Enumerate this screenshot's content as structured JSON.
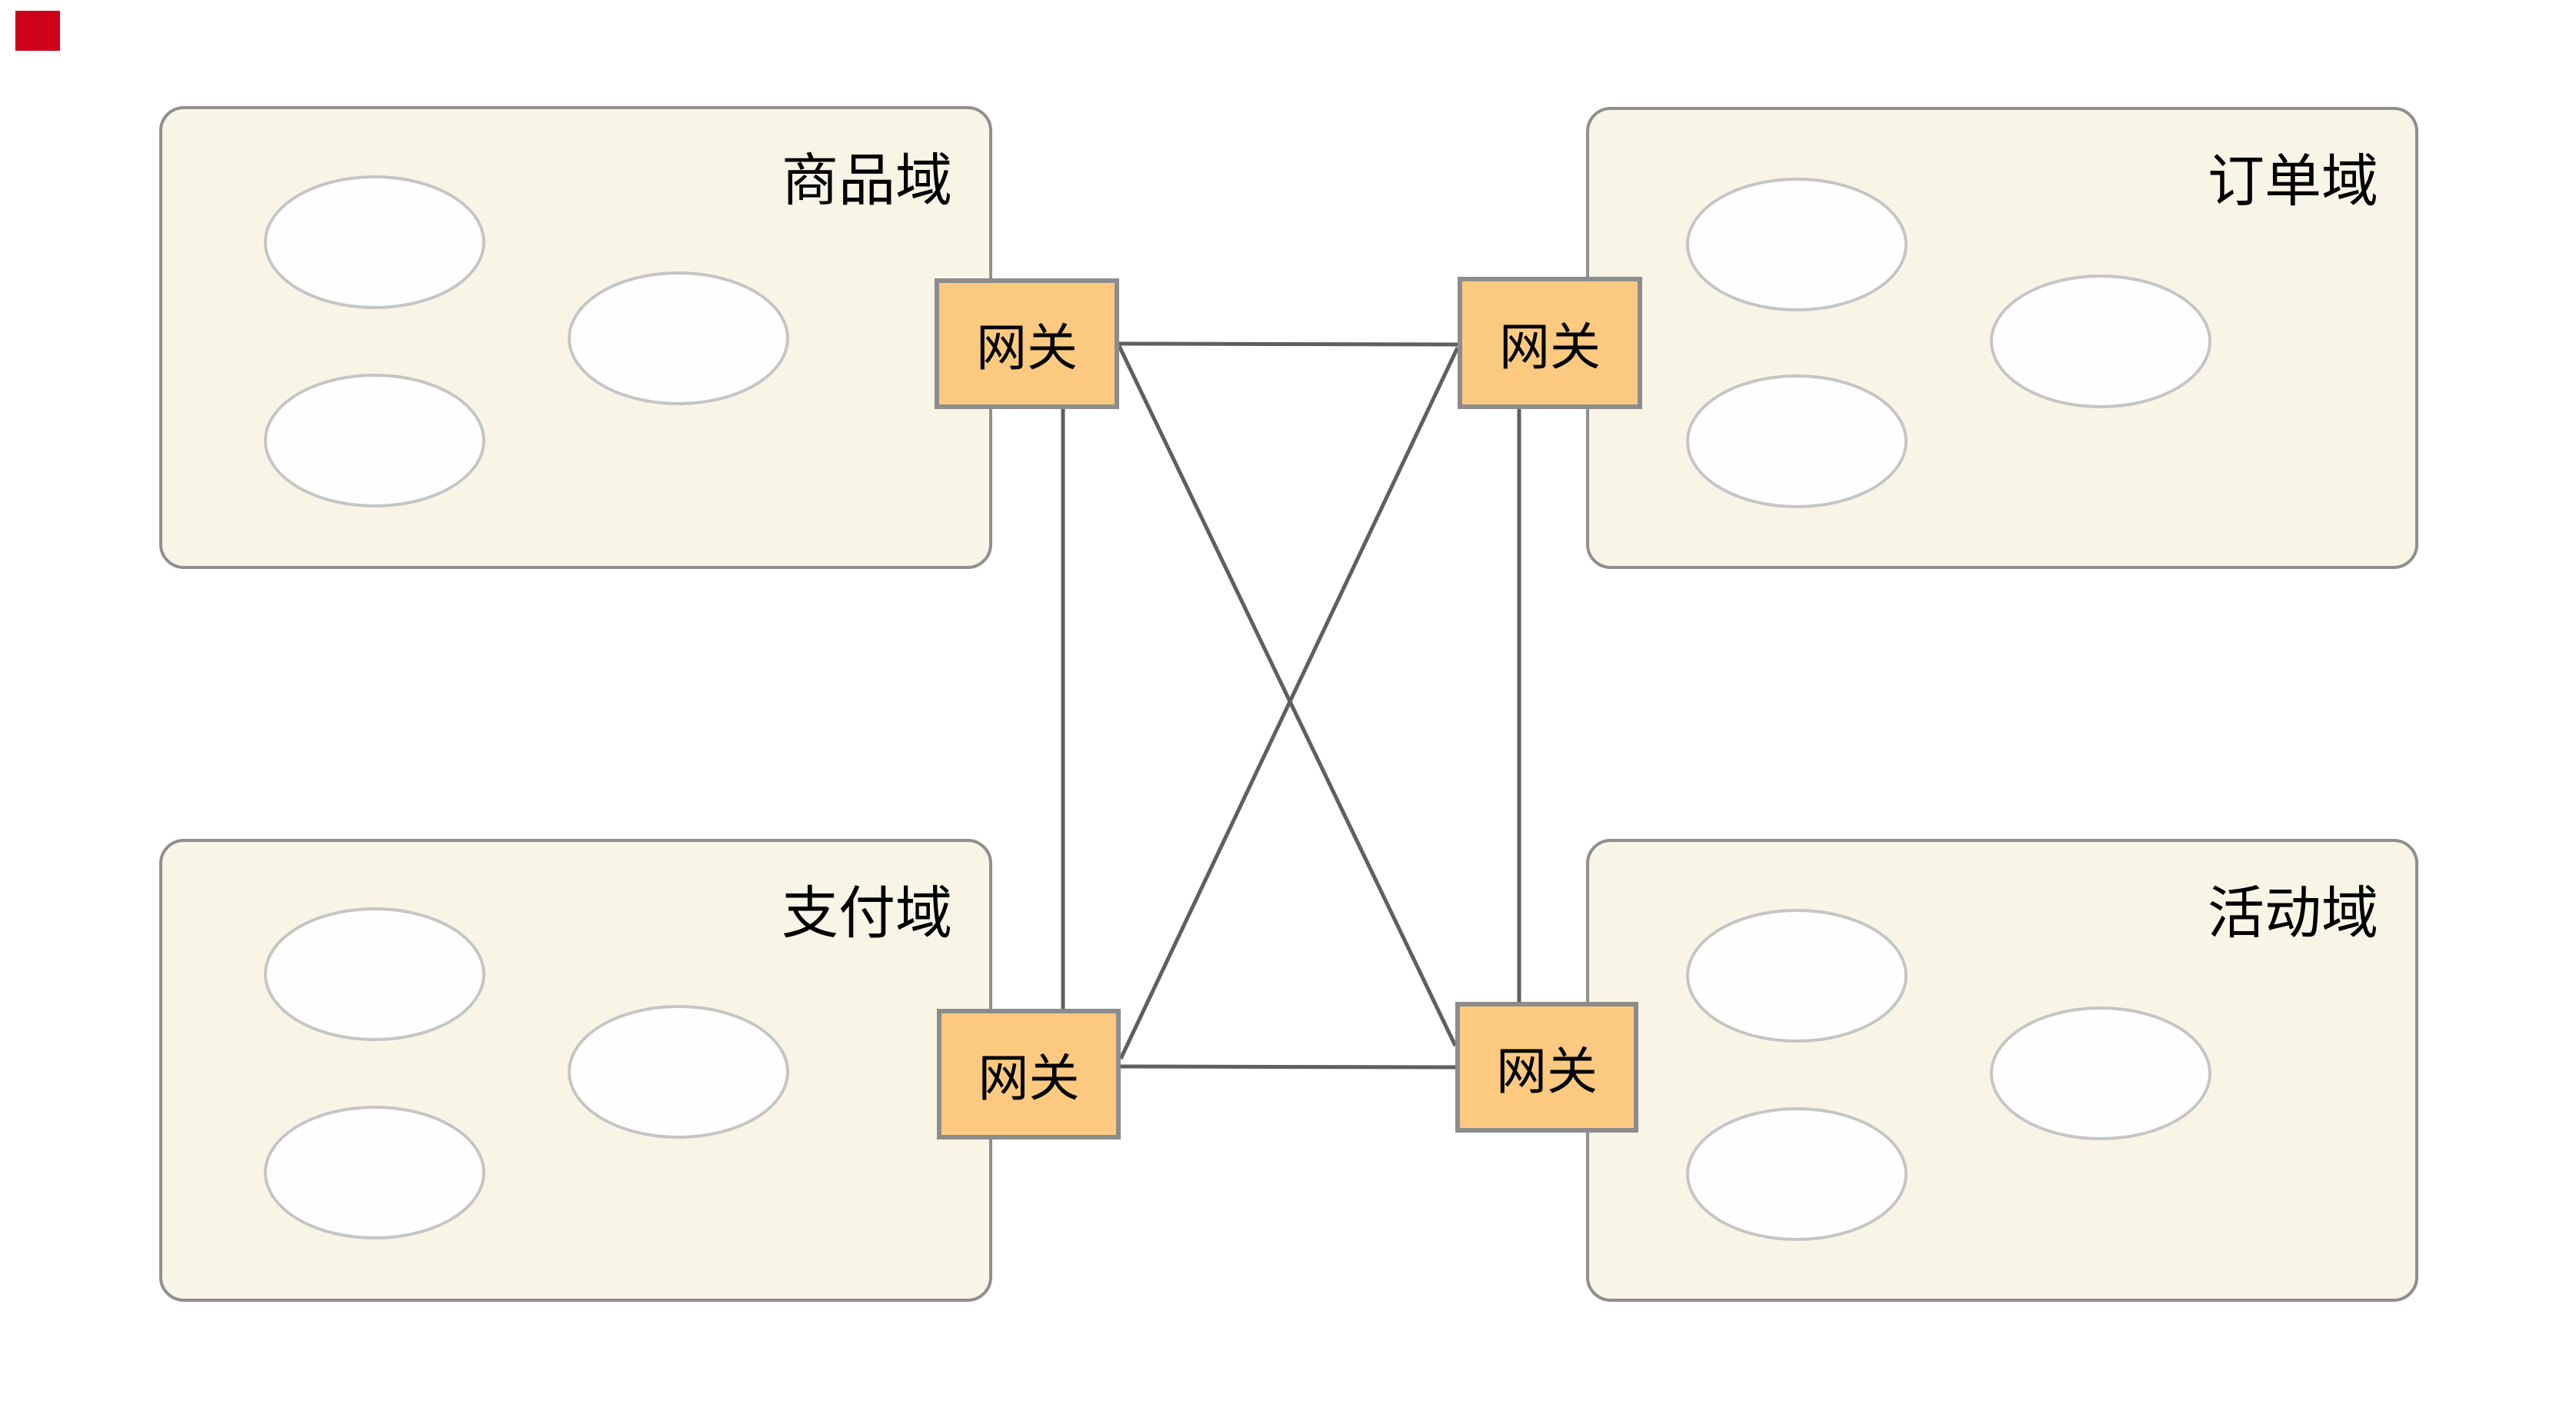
{
  "marker": {
    "color": "#d0021b"
  },
  "diagram": {
    "type": "gateway-mesh-architecture",
    "domains": [
      {
        "id": "product",
        "label": "商品域",
        "position": "top-left",
        "service_count": 3
      },
      {
        "id": "order",
        "label": "订单域",
        "position": "top-right",
        "service_count": 3
      },
      {
        "id": "payment",
        "label": "支付域",
        "position": "bottom-left",
        "service_count": 3
      },
      {
        "id": "activity",
        "label": "活动域",
        "position": "bottom-right",
        "service_count": 3
      }
    ],
    "gateways": [
      {
        "id": "gw-product",
        "label": "网关",
        "domain": "product"
      },
      {
        "id": "gw-order",
        "label": "网关",
        "domain": "order"
      },
      {
        "id": "gw-payment",
        "label": "网关",
        "domain": "payment"
      },
      {
        "id": "gw-activity",
        "label": "网关",
        "domain": "activity"
      }
    ],
    "connections": [
      {
        "from": "gw-product",
        "to": "gw-order"
      },
      {
        "from": "gw-payment",
        "to": "gw-activity"
      },
      {
        "from": "gw-product",
        "to": "gw-payment"
      },
      {
        "from": "gw-order",
        "to": "gw-activity"
      },
      {
        "from": "gw-product",
        "to": "gw-activity"
      },
      {
        "from": "gw-order",
        "to": "gw-payment"
      }
    ],
    "colors": {
      "domain_fill": "#f8f5e7",
      "domain_border": "#8f8f8f",
      "ellipse_fill": "#fefefe",
      "ellipse_border": "#c5c5c5",
      "gateway_fill": "#fbca80",
      "gateway_border": "#8c8c8c",
      "connector_line": "#5f5f5f",
      "label_text": "#000000",
      "background": "#ffffff"
    }
  }
}
